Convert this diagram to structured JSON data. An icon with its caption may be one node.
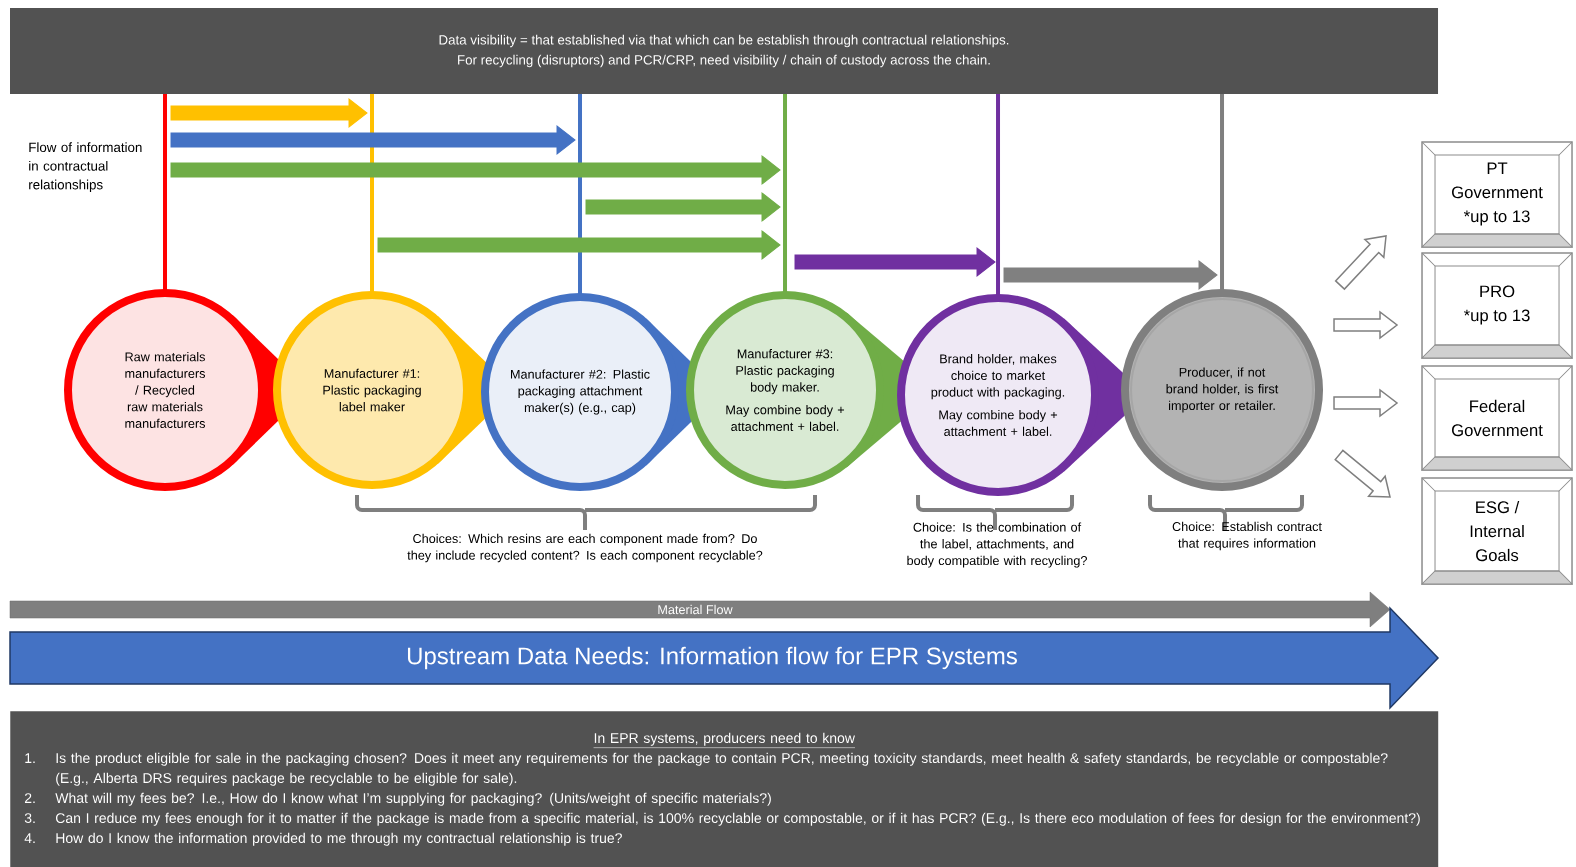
{
  "diagram": {
    "nodes": [
      {
        "text": [
          "Data visibility = that established via that which can be establish through contractual relationships.",
          "For recycling (disruptors) and PCR/CRP, need visibility / chain of custody across the chain."
        ]
      },
      {
        "text": [
          "Raw materials manufacturers / Recycled raw materials manufacturers"
        ]
      },
      {
        "text": [
          "Manufacturer #1: Plastic packaging label maker"
        ]
      },
      {
        "text": [
          "Manufacturer #2: Plastic packaging attachment maker(s) (e.g., cap)"
        ]
      },
      {
        "text": [
          "Manufacturer #3: Plastic packaging body maker.",
          "May combine body + attachment + label."
        ]
      },
      {
        "text": [
          "Brand holder, makes choice to market product with packaging.",
          "May combine body + attachment + label."
        ]
      },
      {
        "text": [
          "Producer, if not brand holder, is first importer or retailer."
        ]
      },
      {
        "text": [
          "PT Government",
          "*up to 13"
        ]
      },
      {
        "text": [
          "PRO",
          "*up to 13"
        ]
      },
      {
        "text": [
          "Federal Government"
        ]
      },
      {
        "text": [
          "ESG / Internal Goals"
        ]
      },
      {
        "text": [
          "Material Flow"
        ]
      },
      {
        "text": [
          "Upstream Data Needs: Information flow for EPR Systems"
        ]
      },
      {
        "text": [
          "In EPR systems, producers need to know",
          "1.",
          "Is the product eligible for sale in the packaging chosen? Does it meet any requirements for the package to contain PCR, meeting toxicity standards, meet health & safety standards, be recyclable or compostable? (E.g., Alberta DRS requires package be recyclable to be eligible for sale).",
          "2.",
          "What will my fees be? I.e., How do I know what I’m supplying for packaging? (Units/weight of specific materials?)",
          "3.",
          "Can I reduce my fees enough for it to matter if the package is made from a specific material, is 100% recyclable or compostable, or if it has PCR? (E.g., Is there eco modulation of fees for design for the environment?)",
          "4.",
          "How do I know the information provided to me through my contractual relationship is true?"
        ]
      }
    ],
    "edges": [
      {
        "from": 1,
        "to": 2,
        "arrow": "to",
        "style": "thick",
        "color": "#ffc000"
      },
      {
        "from": 1,
        "to": 3,
        "arrow": "to",
        "style": "thick",
        "color": "#4472c4"
      },
      {
        "from": 1,
        "to": 4,
        "arrow": "to",
        "style": "thick",
        "color": "#70ad47"
      },
      {
        "from": 3,
        "to": 4,
        "arrow": "to",
        "style": "thick",
        "color": "#70ad47"
      },
      {
        "from": 2,
        "to": 4,
        "arrow": "to",
        "style": "thick",
        "color": "#70ad47"
      },
      {
        "from": 4,
        "to": 5,
        "arrow": "to",
        "style": "thick",
        "color": "#7030a0"
      },
      {
        "from": 5,
        "to": 6,
        "arrow": "to",
        "style": "thick",
        "color": "#808080"
      },
      {
        "from": null,
        "to": 7,
        "arrow": "to"
      },
      {
        "from": null,
        "to": 8,
        "arrow": "to"
      },
      {
        "from": null,
        "to": 9,
        "arrow": "to"
      },
      {
        "from": null,
        "to": 10,
        "arrow": "to"
      }
    ],
    "labels": [
      "Flow of information in contractual relationships",
      "Choices: Which resins are each component made from? Do they include recycled content? Is each component recyclable?",
      "Choice: Is the combination of the label, attachments, and body compatible with recycling?",
      "Choice: Establish contract that requires information"
    ]
  }
}
